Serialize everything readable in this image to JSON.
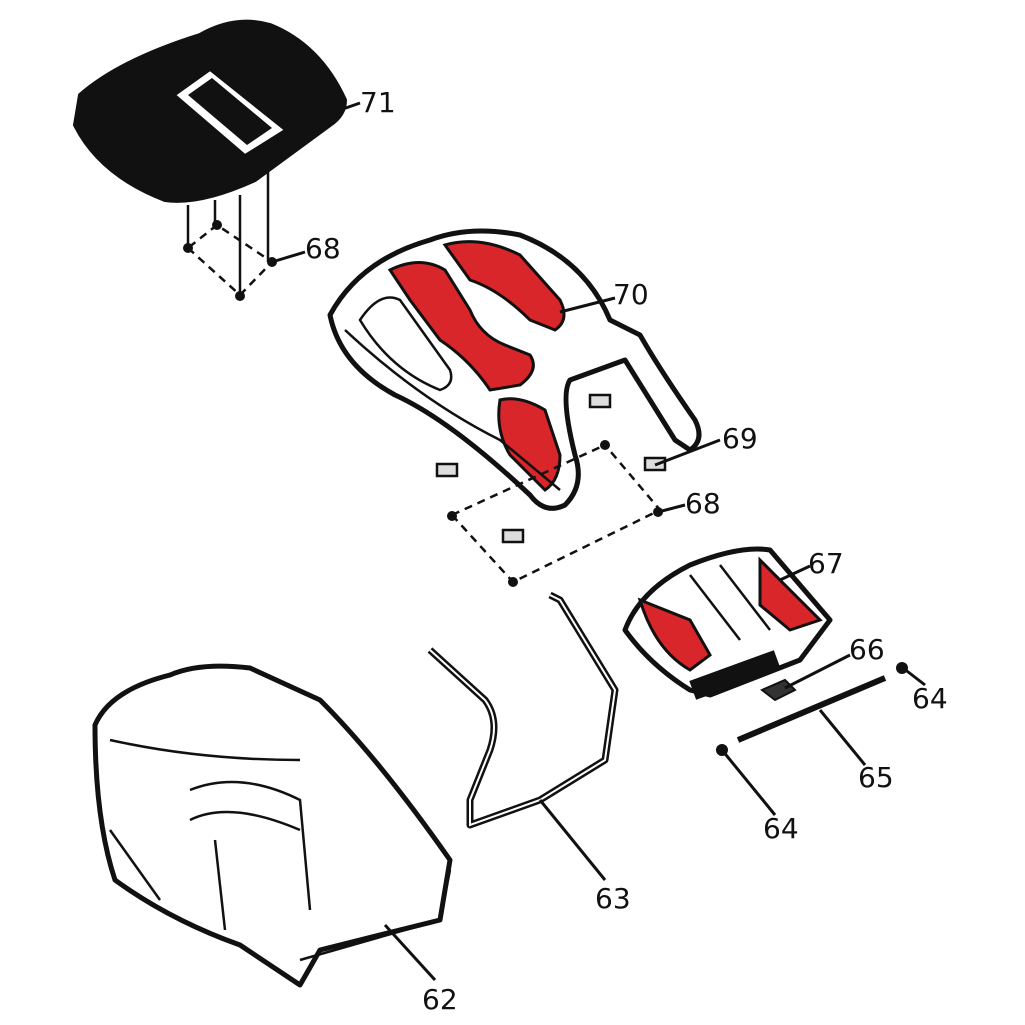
{
  "diagram": {
    "parts": [
      {
        "id": "p71",
        "label": "71"
      },
      {
        "id": "p68a",
        "label": "68"
      },
      {
        "id": "p70",
        "label": "70"
      },
      {
        "id": "p69",
        "label": "69"
      },
      {
        "id": "p68b",
        "label": "68"
      },
      {
        "id": "p67",
        "label": "67"
      },
      {
        "id": "p66",
        "label": "66"
      },
      {
        "id": "p64a",
        "label": "64"
      },
      {
        "id": "p65",
        "label": "65"
      },
      {
        "id": "p64b",
        "label": "64"
      },
      {
        "id": "p63",
        "label": "63"
      },
      {
        "id": "p62",
        "label": "62"
      }
    ],
    "colors": {
      "accent": "#d8262a",
      "line": "#111111"
    }
  }
}
